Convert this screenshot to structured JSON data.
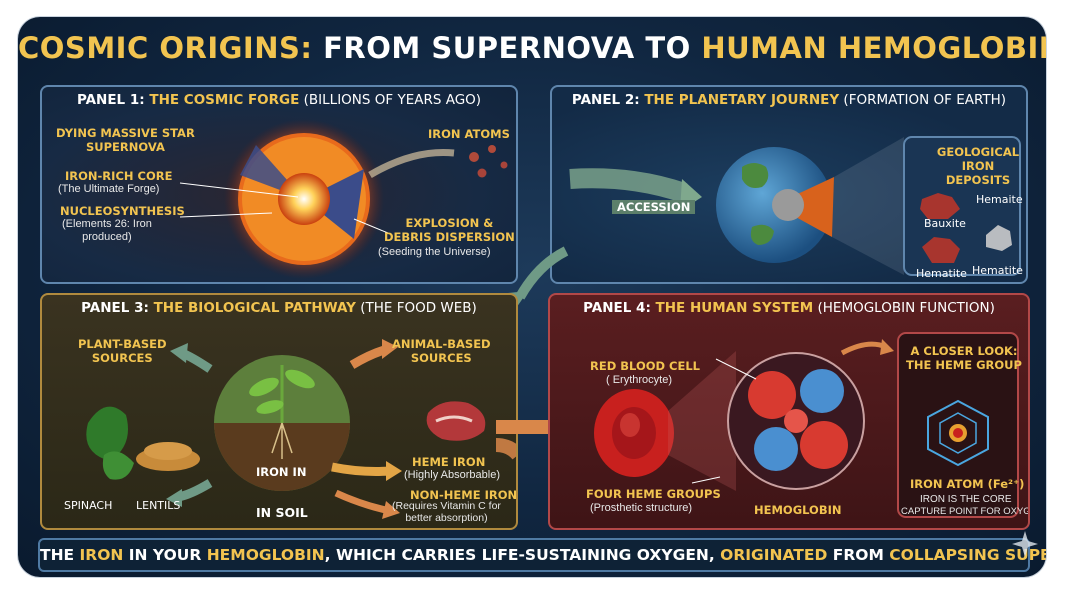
{
  "title": {
    "part1": "COSMIC ORIGINS:",
    "part2": " FROM SUPERNOVA TO ",
    "part3": "HUMAN HEMOGLOBIN"
  },
  "panel1": {
    "title_label": "PANEL 1: ",
    "title_key": "THE COSMIC FORGE",
    "title_rest": " (BILLIONS OF YEARS AGO)",
    "star_title": "DYING MASSIVE STAR\nSUPERNOVA",
    "core_title": "IRON-RICH CORE",
    "core_sub": "(The Ultimate Forge)",
    "nucleo_title": "NUCLEOSYNTHESIS",
    "nucleo_sub": "(Elements 26: Iron\nproduced)",
    "atoms_title": "IRON ATOMS",
    "explosion_title": "EXPLOSION &\nDEBRIS DISPERSION",
    "explosion_sub": "(Seeding the Universe)"
  },
  "panel2": {
    "title_label": "PANEL 2: ",
    "title_key": "THE PLANETARY JOURNEY",
    "title_rest": " (FORMATION OF EARTH)",
    "accession": "ACCESSION",
    "deposits_title": "GEOLOGICAL\nIRON DEPOSITS",
    "minerals": [
      "Hemaite",
      "Bauxite",
      "Hematite",
      "Hematite"
    ]
  },
  "panel3": {
    "title_label": "PANEL 3: ",
    "title_key": "THE BIOLOGICAL PATHWAY",
    "title_rest": " (THE FOOD WEB)",
    "plant_title": "PLANT-BASED\nSOURCES",
    "animal_title": "ANIMAL-BASED\nSOURCES",
    "spinach": "SPINACH",
    "lentils": "LENTILS",
    "iron_in": "IRON IN",
    "in_soil": "IN SOIL",
    "heme_title": "HEME IRON",
    "heme_sub": "(Highly Absorbable)",
    "nonheme_title": "NON-HEME IRON",
    "nonheme_sub": "(Requires Vitamin C for\nbetter absorption)"
  },
  "panel4": {
    "title_label": "PANEL 4: ",
    "title_key": "THE HUMAN SYSTEM",
    "title_rest": " (HEMOGLOBIN FUNCTION)",
    "rbc_title": "RED BLOOD CELL",
    "rbc_sub": "( Erythrocyte)",
    "groups_title": "FOUR HEME GROUPS",
    "groups_sub": "(Prosthetic structure)",
    "hemoglobin": "HEMOGLOBIN",
    "closer_title": "A CLOSER LOOK:\nTHE HEME GROUP",
    "iron_atom": "IRON ATOM (Fe²⁺)",
    "core_text": "IRON IS THE CORE",
    "capture_text": "CAPTURE POINT FOR OXYGEN"
  },
  "footer": {
    "t1": "THE ",
    "g1": "IRON",
    "t2": " IN YOUR ",
    "g2": "HEMOGLOBIN",
    "t3": ", WHICH CARRIES LIFE-SUSTAINING OXYGEN, ",
    "g3": "ORIGINATED",
    "t4": " FROM ",
    "g4": "COLLAPSING SUPERNOVAS",
    "t5": "."
  },
  "colors": {
    "gold": "#f2c450",
    "navy": "#102640",
    "panel_blue": "#5f86ad",
    "panel_gold": "#b08a3e",
    "panel_red": "#b24848"
  }
}
